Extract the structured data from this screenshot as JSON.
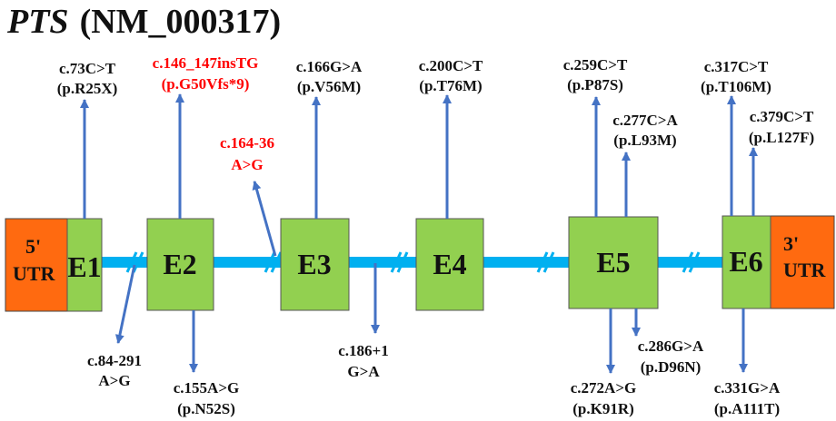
{
  "title": {
    "gene": "PTS",
    "accession": "(NM_000317)"
  },
  "colors": {
    "exon": "#92d050",
    "utr": "#ff6a10",
    "intron": "#00b0f0",
    "arrow": "#4472c4",
    "text": "#111111",
    "highlight": "#ff0000"
  },
  "regions": {
    "utr5": [
      "5'",
      "UTR"
    ],
    "utr3": [
      "3'",
      "UTR"
    ],
    "exons": [
      "E1",
      "E2",
      "E3",
      "E4",
      "E5",
      "E6"
    ]
  },
  "variants": [
    {
      "lines": [
        "c.73C>T",
        "(p.R25X)"
      ],
      "color": "#111111"
    },
    {
      "lines": [
        "c.146_147insTG",
        "(p.G50Vfs*9)"
      ],
      "color": "#ff0000"
    },
    {
      "lines": [
        "c.164-36",
        "A>G"
      ],
      "color": "#ff0000"
    },
    {
      "lines": [
        "c.166G>A",
        "(p.V56M)"
      ],
      "color": "#111111"
    },
    {
      "lines": [
        "c.200C>T",
        "(p.T76M)"
      ],
      "color": "#111111"
    },
    {
      "lines": [
        "c.259C>T",
        "(p.P87S)"
      ],
      "color": "#111111"
    },
    {
      "lines": [
        "c.277C>A",
        "(p.L93M)"
      ],
      "color": "#111111"
    },
    {
      "lines": [
        "c.317C>T",
        "(p.T106M)"
      ],
      "color": "#111111"
    },
    {
      "lines": [
        "c.379C>T",
        "(p.L127F)"
      ],
      "color": "#111111"
    },
    {
      "lines": [
        "c.84-291",
        "A>G"
      ],
      "color": "#111111"
    },
    {
      "lines": [
        "c.155A>G",
        "(p.N52S)"
      ],
      "color": "#111111"
    },
    {
      "lines": [
        "c.186+1",
        "G>A"
      ],
      "color": "#111111"
    },
    {
      "lines": [
        "c.272A>G",
        "(p.K91R)"
      ],
      "color": "#111111"
    },
    {
      "lines": [
        "c.286G>A",
        "(p.D96N)"
      ],
      "color": "#111111"
    },
    {
      "lines": [
        "c.331G>A",
        "(p.A111T)"
      ],
      "color": "#111111"
    }
  ]
}
